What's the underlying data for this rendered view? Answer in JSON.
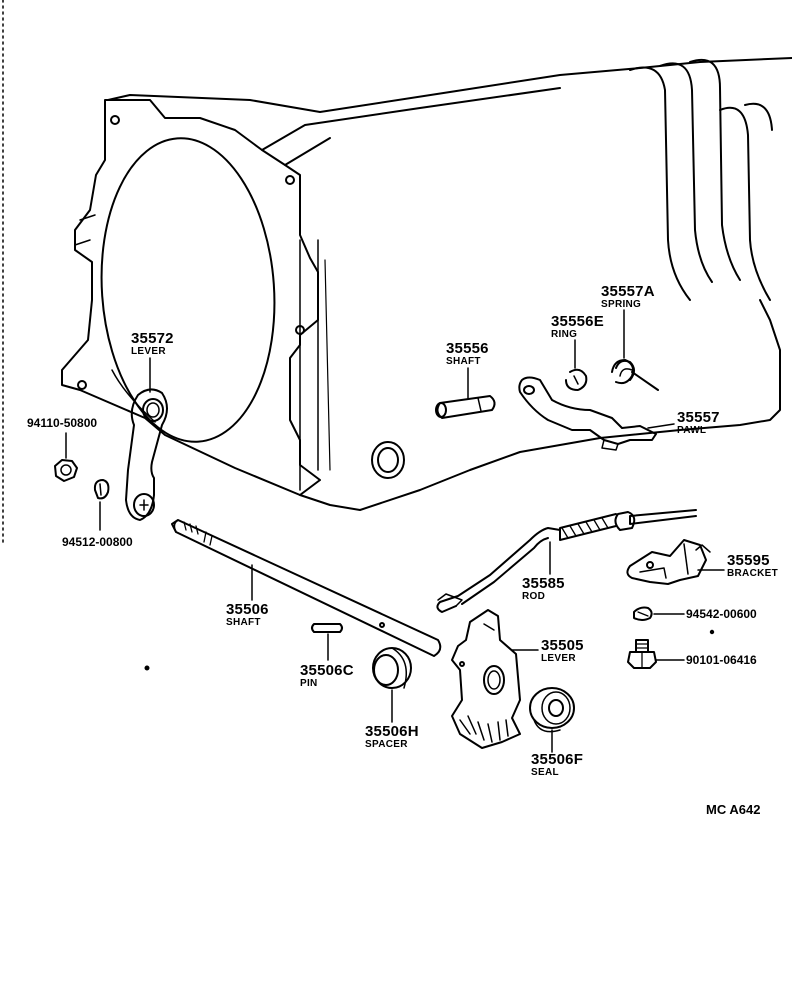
{
  "parts": {
    "lever_35572": {
      "number": "35572",
      "name": "LEVER"
    },
    "nut_94110": {
      "number": "94110-50800"
    },
    "washer_94512": {
      "number": "94512-00800"
    },
    "shaft_35506": {
      "number": "35506",
      "name": "SHAFT"
    },
    "pin_35506C": {
      "number": "35506C",
      "name": "PIN"
    },
    "spacer_35506H": {
      "number": "35506H",
      "name": "SPACER"
    },
    "shaft_35556": {
      "number": "35556",
      "name": "SHAFT"
    },
    "ring_35556E": {
      "number": "35556E",
      "name": "RING"
    },
    "spring_35557A": {
      "number": "35557A",
      "name": "SPRING"
    },
    "pawl_35557": {
      "number": "35557",
      "name": "PAWL"
    },
    "rod_35585": {
      "number": "35585",
      "name": "ROD"
    },
    "bracket_35595": {
      "number": "35595",
      "name": "BRACKET"
    },
    "washer_94542": {
      "number": "94542-00600"
    },
    "bolt_90101": {
      "number": "90101-06416"
    },
    "lever_35505": {
      "number": "35505",
      "name": "LEVER"
    },
    "seal_35506F": {
      "number": "35506F",
      "name": "SEAL"
    }
  },
  "illustration_code": "MC A642"
}
